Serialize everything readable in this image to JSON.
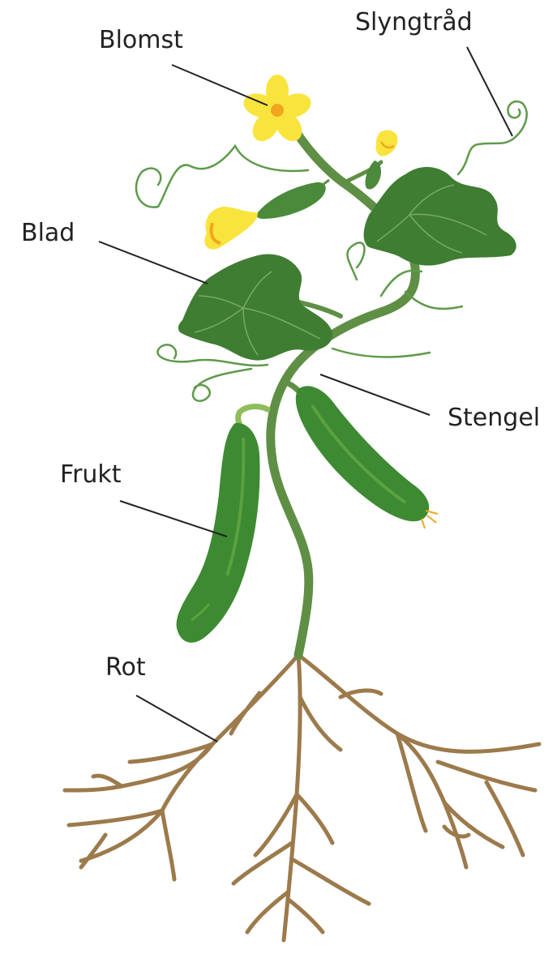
{
  "labels": {
    "blomst": "Blomst",
    "slyngtrad": "Slyngtråd",
    "blad": "Blad",
    "stengel": "Stengel",
    "frukt": "Frukt",
    "rot": "Rot"
  },
  "colors": {
    "stem": "#5f8f45",
    "leaf": "#3f7d32",
    "leaf_vein": "#8fbf74",
    "tendril": "#5e9a4a",
    "flower": "#f9e43d",
    "flower_orange": "#f2a51f",
    "fruit": "#3d8a32",
    "fruit_light": "#6fb04a",
    "root": "#9c7a4b",
    "leader_line": "#222222"
  }
}
